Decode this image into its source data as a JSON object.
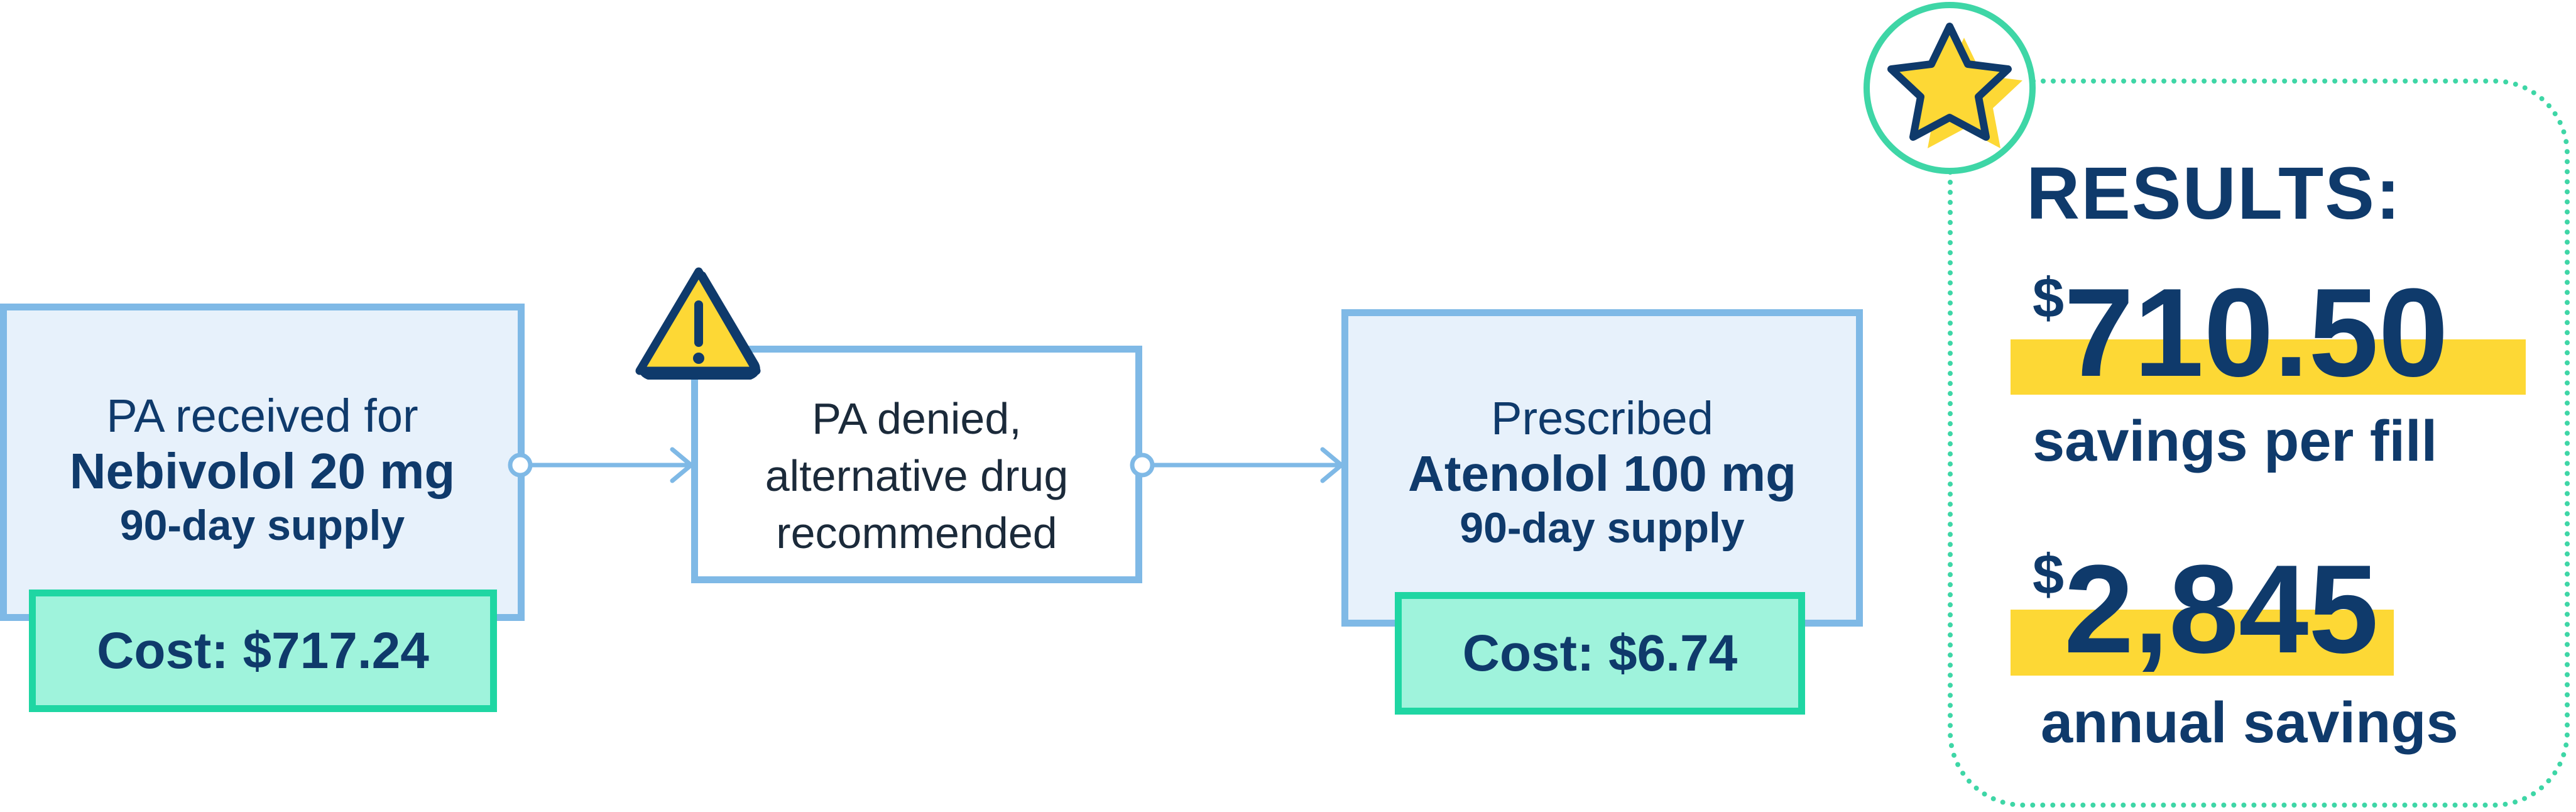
{
  "flow": {
    "step1": {
      "line1": "PA received for",
      "line2": "Nebivolol 20 mg",
      "line3": "90-day supply",
      "cost": "Cost: $717.24"
    },
    "step2": {
      "line1": "PA denied,",
      "line2": "alternative drug",
      "line3": "recommended"
    },
    "step3": {
      "line1": "Prescribed",
      "line2": "Atenolol 100 mg",
      "line3": "90-day supply",
      "cost": "Cost: $6.74"
    }
  },
  "results": {
    "title": "RESULTS:",
    "savings_per_fill": {
      "symbol": "$",
      "value": "710.50",
      "caption": "savings per fill"
    },
    "annual_savings": {
      "symbol": "$",
      "value": "2,845",
      "caption": "annual savings"
    }
  },
  "icons": {
    "warning": "warning-icon",
    "star": "star-icon"
  },
  "colors": {
    "navy": "#0f3a6b",
    "box_border": "#7fb9e6",
    "box_fill": "#e7f1fb",
    "cost_fill": "#9ff3dc",
    "cost_border": "#1fd6a3",
    "highlight": "#fdd835",
    "dotted_border": "#3ed6a6"
  }
}
